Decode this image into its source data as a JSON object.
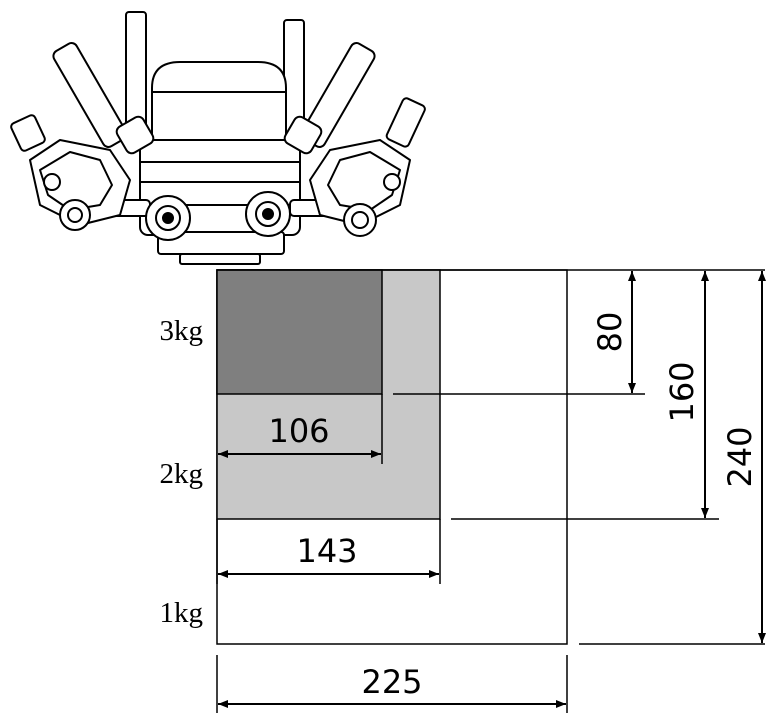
{
  "colors": {
    "zone_3kg": "#7f7f7f",
    "zone_2kg": "#c8c8c8",
    "zone_1kg": "#ffffff",
    "line": "#000000",
    "gripper_fill": "#ffffff"
  },
  "zones": [
    {
      "label": "3kg",
      "width": 106,
      "depth": 80
    },
    {
      "label": "2kg",
      "width": 143,
      "depth": 160
    },
    {
      "label": "1kg",
      "width": 225,
      "depth": 240
    }
  ],
  "dimensions": {
    "w_3kg": "106",
    "w_2kg": "143",
    "w_1kg": "225",
    "d_3kg": "80",
    "d_2kg": "160",
    "d_1kg": "240"
  },
  "icons": {
    "gripper": "robotic-gripper-icon"
  }
}
